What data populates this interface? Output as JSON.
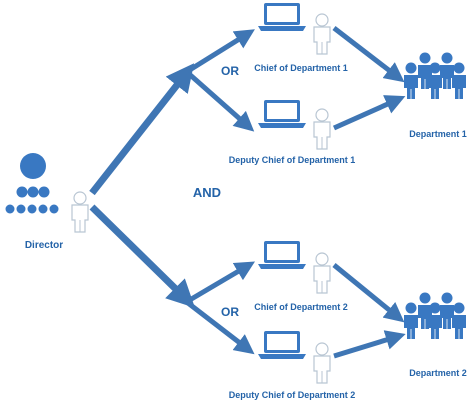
{
  "labels": {
    "director": "Director",
    "and": "AND",
    "or_top": "OR",
    "or_bottom": "OR",
    "chief_1": "Chief of Department 1",
    "deputy_1": "Deputy Chief of Department 1",
    "department_1": "Department 1",
    "chief_2": "Chief of Department 2",
    "deputy_2": "Deputy Chief of Department 2",
    "department_2": "Department 2"
  },
  "colors": {
    "arrow": "#3f76b4",
    "icon": "#3978c2",
    "text": "#2463a8",
    "person_outline": "#b9c6d3"
  },
  "icons": [
    "org-chart-icon",
    "person-icon",
    "laptop-icon",
    "people-group-icon"
  ]
}
